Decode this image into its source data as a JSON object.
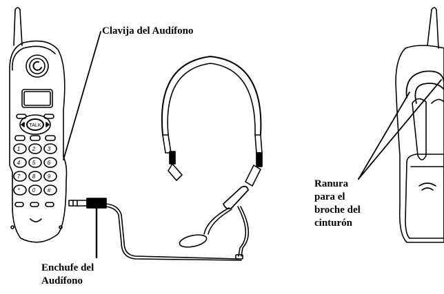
{
  "labels": {
    "headset_jack": "Clavija del Audífono",
    "headset_plug": [
      "Enchufe del",
      "Audífono"
    ],
    "belt_clip_slot": [
      "Ranura",
      "para el",
      "broche del",
      "cinturón"
    ]
  },
  "handset": {
    "talk_key": "TALK",
    "keypad": [
      "1",
      "2",
      "3",
      "4",
      "5",
      "6",
      "7",
      "8",
      "9",
      "*",
      "0",
      "#"
    ]
  },
  "colors": {
    "ink": "#000000",
    "background": "#ffffff"
  }
}
